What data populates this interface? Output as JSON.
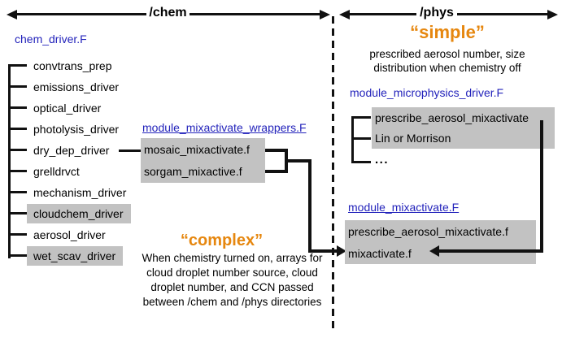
{
  "header": {
    "chem_label": "/chem",
    "phys_label": "/phys"
  },
  "chem": {
    "driver_file": "chem_driver.F",
    "tree_items": [
      {
        "label": "convtrans_prep",
        "highlighted": false
      },
      {
        "label": "emissions_driver",
        "highlighted": false
      },
      {
        "label": "optical_driver",
        "highlighted": false
      },
      {
        "label": "photolysis_driver",
        "highlighted": false
      },
      {
        "label": "dry_dep_driver",
        "highlighted": false
      },
      {
        "label": "grelldrvct",
        "highlighted": false
      },
      {
        "label": "mechanism_driver",
        "highlighted": false
      },
      {
        "label": "cloudchem_driver",
        "highlighted": true
      },
      {
        "label": "aerosol_driver",
        "highlighted": false
      },
      {
        "label": "wet_scav_driver",
        "highlighted": true
      }
    ],
    "wrappers_file": "module_mixactivate_wrappers.F",
    "wrapper_items": [
      "mosaic_mixactivate.f",
      "sorgam_mixactive.f"
    ],
    "complex_title": "“complex”",
    "complex_description": "When chemistry turned on, arrays for cloud droplet number source, cloud droplet number, and CCN passed between /chem and /phys directories"
  },
  "phys": {
    "simple_title": "“simple”",
    "simple_description": "prescribed aerosol number, size distribution when chemistry off",
    "microphysics_file": "module_microphysics_driver.F",
    "microphysics_items": [
      "prescribe_aerosol_mixactivate",
      "Lin or Morrison"
    ],
    "ellipsis": "...",
    "mixactivate_file": "module_mixactivate.F",
    "mixactivate_items": [
      "prescribe_aerosol_mixactivate.f",
      "mixactivate.f"
    ]
  },
  "colors": {
    "link_blue": "#2323bb",
    "accent_orange": "#e6870f",
    "box_gray": "#c2c2c2",
    "line_black": "#111111"
  }
}
